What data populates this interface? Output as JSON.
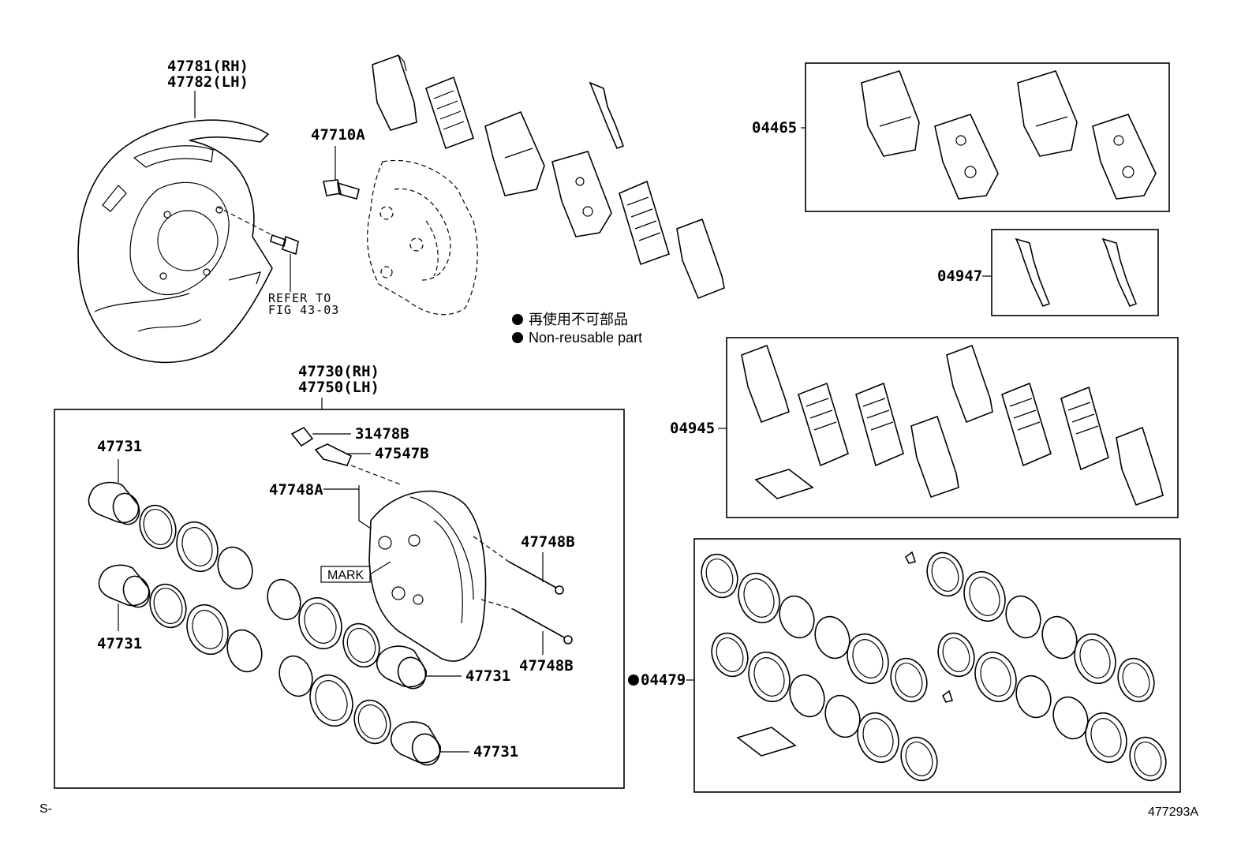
{
  "labels": {
    "shield_rh": "47781(RH)",
    "shield_lh": "47782(LH)",
    "bolt_top": "47710A",
    "refer_line1": "REFER TO",
    "refer_line2": "FIG 43-03",
    "caliper_rh": "47730(RH)",
    "caliper_lh": "47750(LH)",
    "cap": "31478B",
    "bleeder": "47547B",
    "pad_spring": "47748A",
    "pin_upper": "47748B",
    "pin_lower": "47748B",
    "piston_tl": "47731",
    "piston_bl": "47731",
    "piston_r1": "47731",
    "piston_r2": "47731",
    "mark": "MARK",
    "kit_pads": "04465",
    "kit_springs": "04947",
    "kit_shims": "04945",
    "kit_seals": "04479",
    "corner_left": "S-",
    "corner_right": "477293A"
  },
  "legend": {
    "japanese": "再使用不可部品",
    "english": "Non-reusable part"
  },
  "colors": {
    "line": "#000000",
    "background": "#ffffff"
  }
}
